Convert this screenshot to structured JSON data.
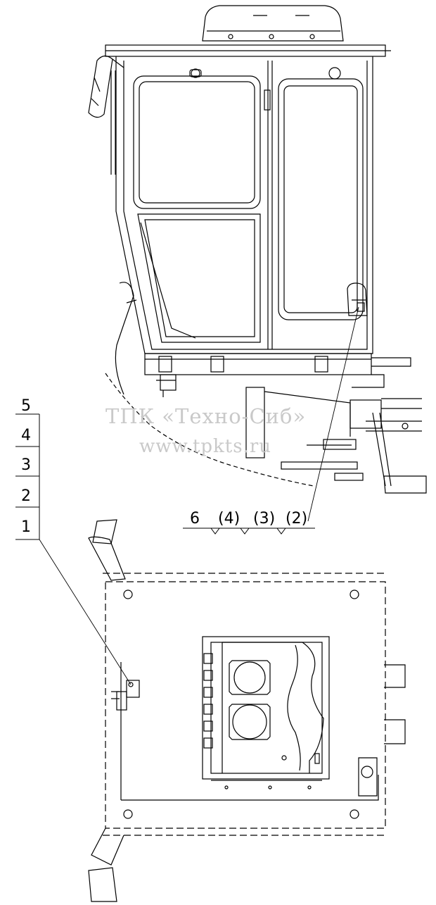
{
  "watermark": {
    "line1": "ТПК «Техно-Сиб»",
    "line2": "www.tpkts.ru"
  },
  "callouts": {
    "stack": [
      "5",
      "4",
      "3",
      "2",
      "1"
    ],
    "bottom_row": [
      "6",
      "(4)",
      "(3)",
      "(2)"
    ]
  }
}
